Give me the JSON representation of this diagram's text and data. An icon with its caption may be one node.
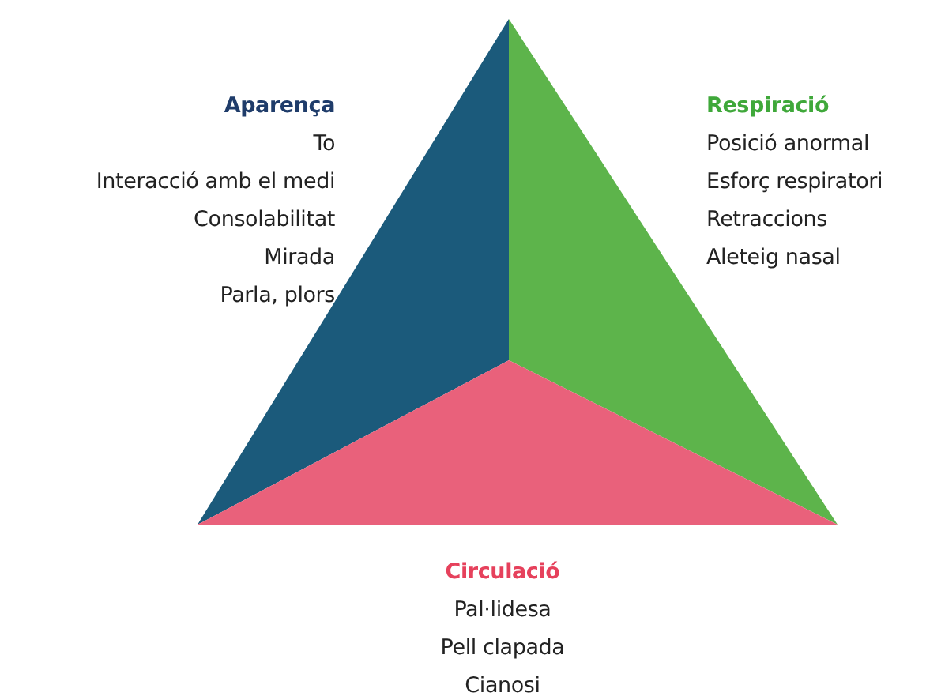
{
  "diagram": {
    "nodes": [
      {
        "text": [
          "Aparença",
          "To",
          "Interacció amb el medi",
          "Consolabilitat",
          "Mirada",
          "Parla, plors"
        ]
      },
      {
        "text": [
          "Respiració",
          "Posició anormal",
          "Esforç respiratori",
          "Retraccions",
          "Aleteig nasal"
        ]
      },
      {
        "text": [
          "Circulació",
          "Pal·lidesa",
          "Pell clapada",
          "Cianosi"
        ]
      }
    ]
  }
}
